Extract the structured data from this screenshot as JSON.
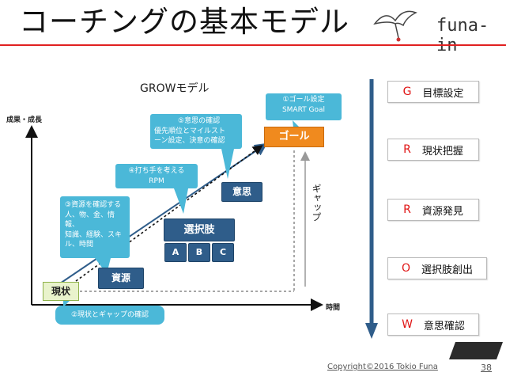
{
  "slide": {
    "title": "コーチングの基本モデル",
    "logo_text": "funa-in",
    "footer": "Copyright©2016  Tokio Funa",
    "page_number": "38"
  },
  "diagram": {
    "title": "GROWモデル",
    "y_axis_label": "成果・成長",
    "x_axis_label": "時間",
    "gap_label": "ギャップ",
    "callouts": {
      "goal_setting": [
        "①ゴール設定",
        "SMART Goal"
      ],
      "current_gap": "②現状とギャップの確認",
      "resources": [
        "③資源を確認する",
        "人、物、金、情報、",
        "知識、経験、スキ",
        "ル、時間"
      ],
      "actions": [
        "④打ち手を考える",
        "RPM"
      ],
      "will": [
        "⑤意思の確認",
        "優先順位とマイルスト",
        "ーン設定、決意の確認"
      ]
    },
    "boxes": {
      "goal": "ゴール",
      "current": "現状",
      "resource": "資源",
      "options": "選択肢",
      "will": "意思",
      "option_a": "A",
      "option_b": "B",
      "option_c": "C"
    }
  },
  "steps": [
    {
      "letter": "G",
      "label": "目標設定"
    },
    {
      "letter": "R",
      "label": "現状把握"
    },
    {
      "letter": "R",
      "label": "資源発見"
    },
    {
      "letter": "O",
      "label": "選択肢創出"
    },
    {
      "letter": "W",
      "label": "意思確認"
    }
  ],
  "colors": {
    "header_line": "#e02020",
    "callout": "#4bb8d8",
    "dark_box": "#2f5d8a",
    "goal_box": "#f08a1e",
    "arrow": "#2f5d8a",
    "step_letter": "#e01515"
  }
}
